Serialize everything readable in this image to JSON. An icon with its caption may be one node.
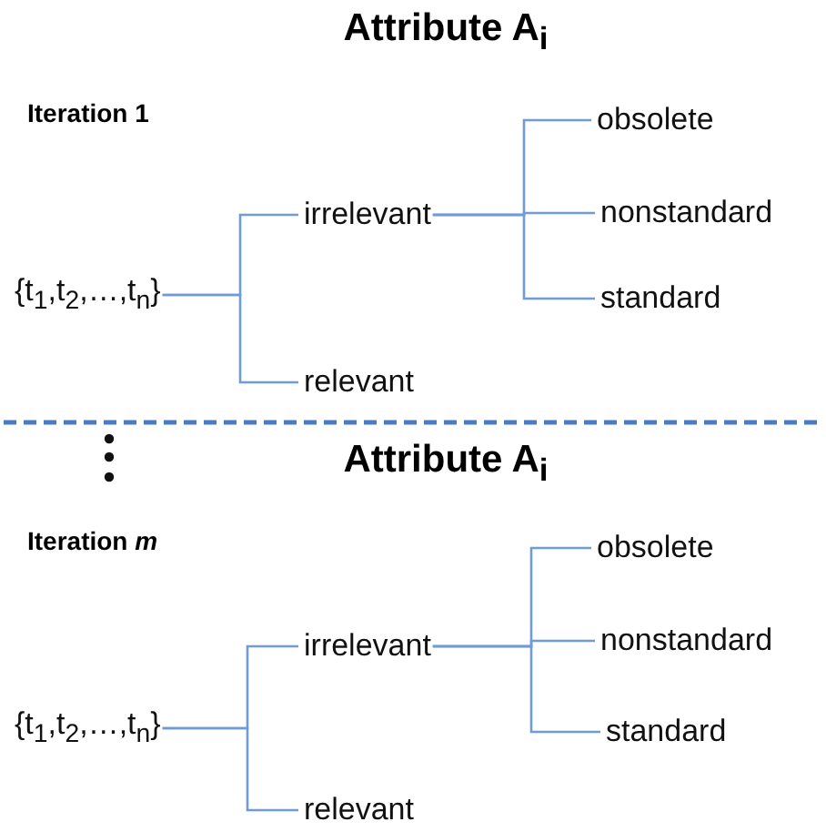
{
  "diagram": {
    "nodes": [
      {
        "text": [
          "{t$_{1}$,t$_{2}$,…,t$_{n}$}"
        ]
      },
      {
        "text": [
          "irrelevant"
        ]
      },
      {
        "text": [
          "relevant"
        ]
      },
      {
        "text": [
          "obsolete"
        ]
      },
      {
        "text": [
          "nonstandard"
        ]
      },
      {
        "text": [
          "standard"
        ]
      },
      {
        "text": [
          "{t$_{1}$,t$_{2}$,…,t$_{n}$}"
        ]
      },
      {
        "text": [
          "irrelevant"
        ]
      },
      {
        "text": [
          "relevant"
        ]
      },
      {
        "text": [
          "obsolete"
        ]
      },
      {
        "text": [
          "nonstandard"
        ]
      },
      {
        "text": [
          "standard"
        ]
      }
    ],
    "edges": [
      {
        "from": 0,
        "to": 1,
        "arrow": "none"
      },
      {
        "from": 0,
        "to": 2,
        "arrow": "none"
      },
      {
        "from": 1,
        "to": 3,
        "arrow": "none"
      },
      {
        "from": 1,
        "to": 4,
        "arrow": "none"
      },
      {
        "from": 1,
        "to": 5,
        "arrow": "none"
      },
      {
        "from": 6,
        "to": 7,
        "arrow": "none"
      },
      {
        "from": 6,
        "to": 8,
        "arrow": "none"
      },
      {
        "from": 7,
        "to": 9,
        "arrow": "none"
      },
      {
        "from": 7,
        "to": 10,
        "arrow": "none"
      },
      {
        "from": 7,
        "to": 11,
        "arrow": "none"
      }
    ],
    "labels": [
      "Attribute A$_{i}$",
      "Iteration 1",
      "Attribute A$_{i}$",
      "Iteration *m*"
    ]
  }
}
